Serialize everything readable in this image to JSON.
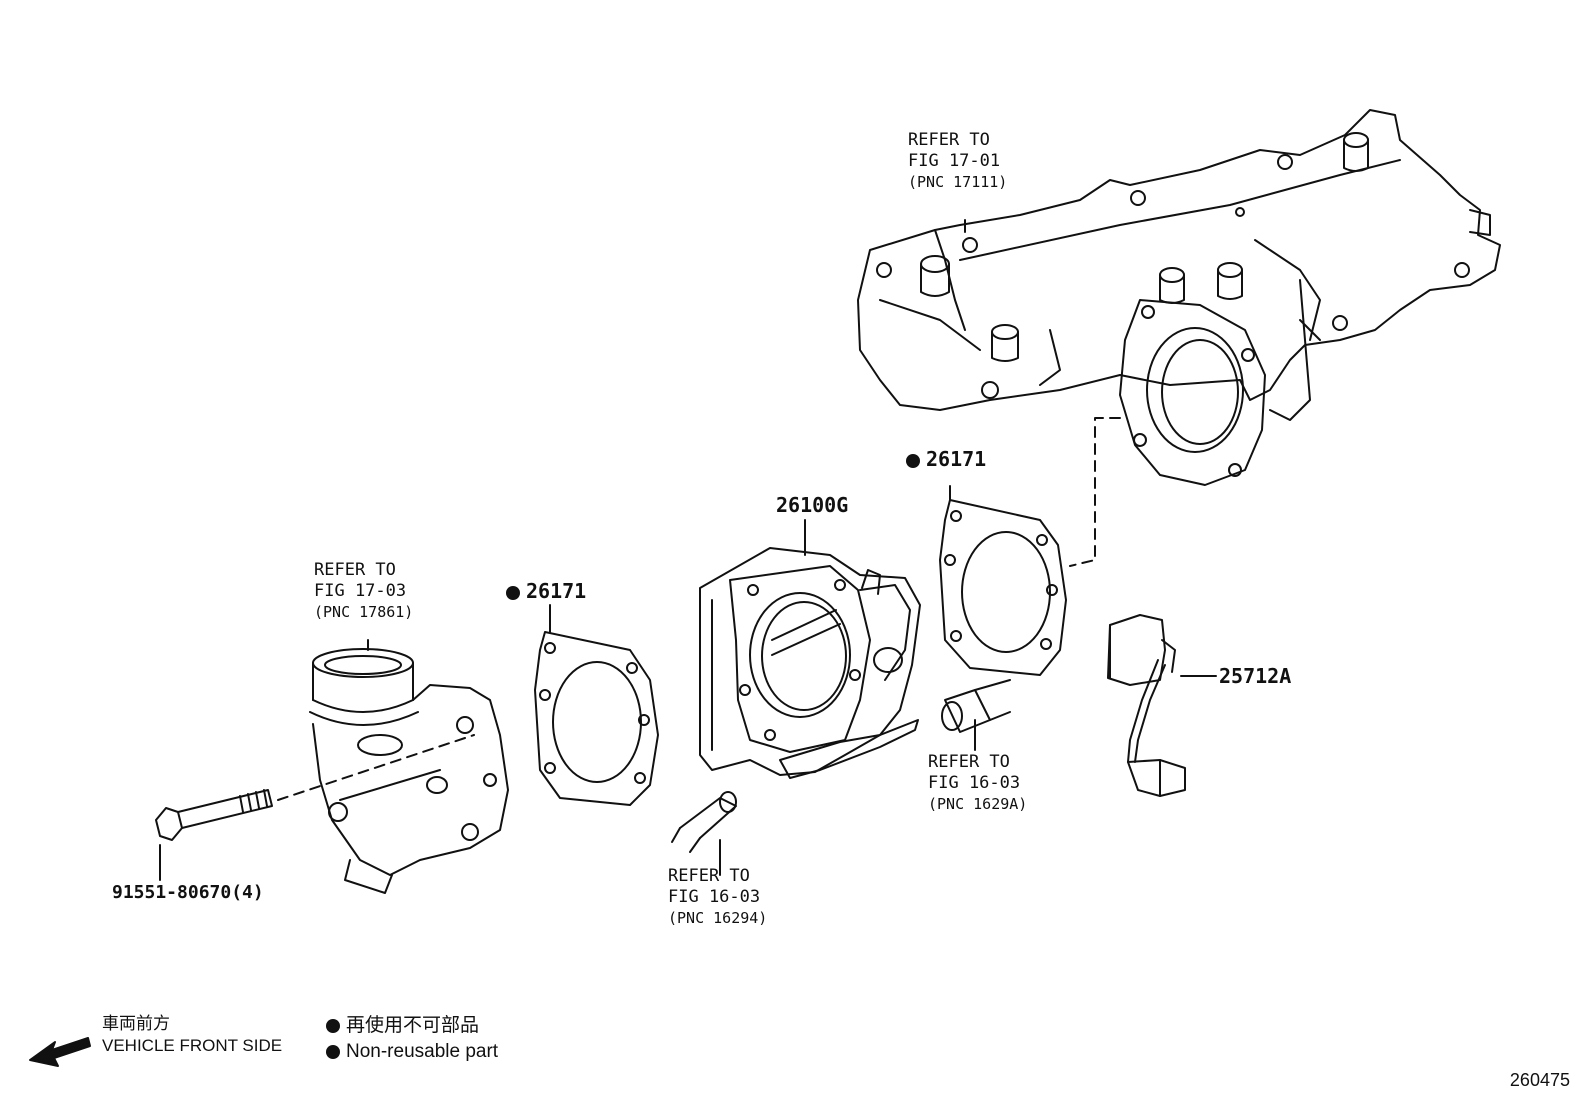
{
  "parts": {
    "gasket_left": "26171",
    "throttle_body": "26100G",
    "gasket_right": "26171",
    "wire_harness": "25712A",
    "bolt": "91551-80670(4)"
  },
  "refs": {
    "manifold": {
      "line1": "REFER TO",
      "line2": "FIG 17-01",
      "line3": "(PNC 17111)"
    },
    "air_inlet": {
      "line1": "REFER TO",
      "line2": "FIG 17-03",
      "line3": "(PNC 17861)"
    },
    "hose_lower": {
      "line1": "REFER TO",
      "line2": "FIG 16-03",
      "line3": "(PNC 16294)"
    },
    "hose_right": {
      "line1": "REFER TO",
      "line2": "FIG 16-03",
      "line3": "(PNC 1629A)"
    }
  },
  "legend": {
    "front_jp": "車両前方",
    "front_en": "VEHICLE FRONT SIDE",
    "nonreuse_jp": "再使用不可部品",
    "nonreuse_en": "Non-reusable part"
  },
  "figure_number": "260475"
}
